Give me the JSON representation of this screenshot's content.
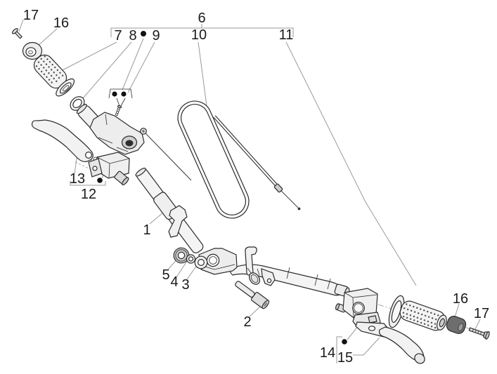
{
  "colors": {
    "background": "#ffffff",
    "line": "#2b2b2b",
    "leader": "#9a9a9a",
    "text": "#1a1a1a",
    "marker": "#111111",
    "weight_fill": "#6e6e6e"
  },
  "callouts": [
    "17",
    "16",
    "7",
    "8",
    "9",
    "6",
    "10",
    "11",
    "13",
    "12",
    "1",
    "5",
    "4",
    "3",
    "2",
    "14",
    "15",
    "16",
    "17"
  ]
}
